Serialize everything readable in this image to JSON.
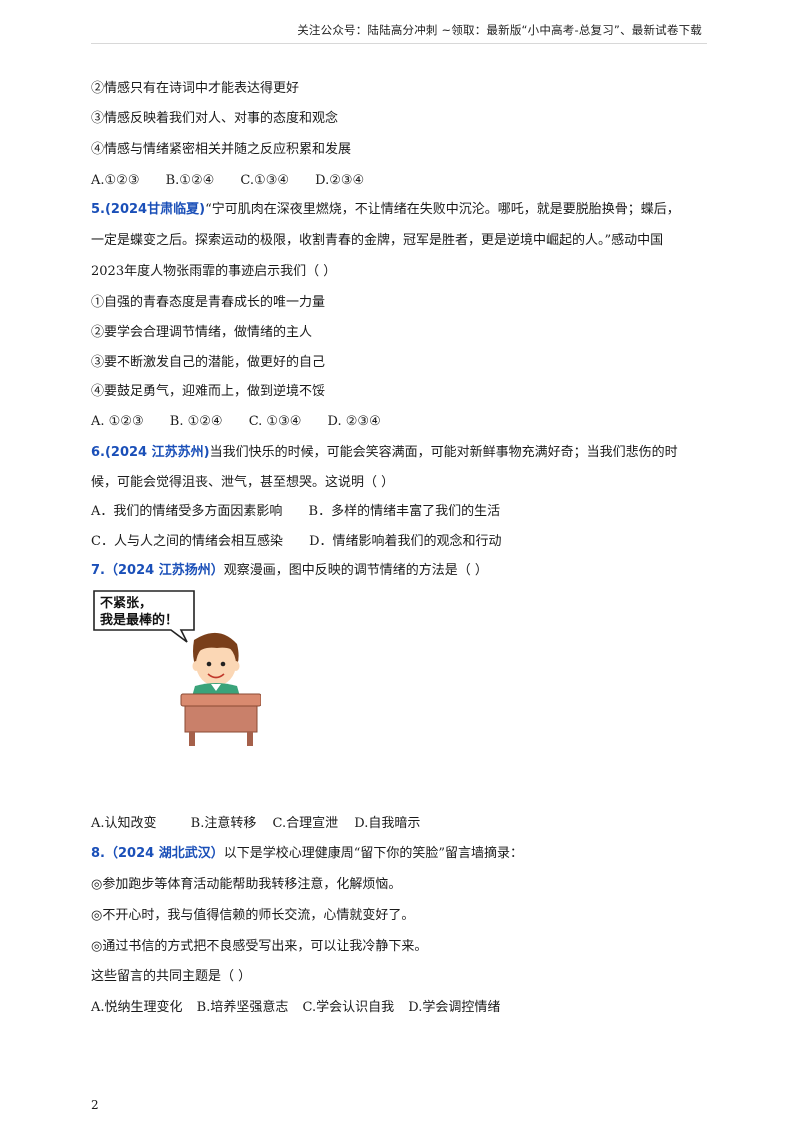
{
  "header": {
    "text": "关注公众号：陆陆高分冲刺  ~领取：最新版“小中高考-总复习”、最新试卷下载"
  },
  "q4_tail": {
    "s2": "②情感只有在诗词中才能表达得更好",
    "s3": "③情感反映着我们对人、对事的态度和观念",
    "s4": "④情感与情绪紧密相关并随之反应积累和发展",
    "options": [
      "A.①②③",
      "B.①②④",
      "C.①③④",
      "D.②③④"
    ]
  },
  "q5": {
    "num": "5.(2024甘肃临夏)",
    "line1": "“宁可肌肉在深夜里燃烧，不让情绪在失败中沉沦。哪吒，就是要脱胎换骨；蝶后，",
    "line2": "一定是蝶变之后。探索运动的极限，收割青春的金牌，冠军是胜者，更是逆境中崛起的人。”感动中国",
    "line3": "2023年度人物张雨霏的事迹启示我们（    ）",
    "s1": "①自强的青春态度是青春成长的唯一力量",
    "s2": "②要学会合理调节情绪，做情绪的主人",
    "s3": "③要不断激发自己的潜能，做更好的自己",
    "s4": "④要鼓足勇气，迎难而上，做到逆境不馁",
    "options": [
      "A. ①②③",
      "B. ①②④",
      "C. ①③④",
      "D. ②③④"
    ]
  },
  "q6": {
    "num": "6.(2024 江苏苏州)",
    "line1": "当我们快乐的时候，可能会笑容满面，可能对新鲜事物充满好奇；当我们悲伤的时",
    "line2": "候，可能会觉得沮丧、泄气，甚至想哭。这说明（    ）",
    "optA": "A．我们的情绪受多方面因素影响",
    "optB": "B．多样的情绪丰富了我们的生活",
    "optC": "C．人与人之间的情绪会相互感染",
    "optD": "D．情绪影响着我们的观念和行动"
  },
  "q7": {
    "num": "7.（2024 江苏扬州）",
    "stem": "观察漫画，图中反映的调节情绪的方法是（      ）",
    "bubble1": "不紧张，",
    "bubble2": "我是最棒的！",
    "options": [
      "A.认知改变",
      "B.注意转移",
      "C.合理宣泄",
      "D.自我暗示"
    ]
  },
  "q8": {
    "num": "8.（2024 湖北武汉）",
    "stem": "以下是学校心理健康周“留下你的笑脸”留言墙摘录：",
    "m1": "◎参加跑步等体育活动能帮助我转移注意，化解烦恼。",
    "m2": "◎不开心时，我与值得信赖的师长交流，心情就变好了。",
    "m3": "◎通过书信的方式把不良感受写出来，可以让我冷静下来。",
    "ask": "这些留言的共同主题是（    ）",
    "options": [
      "A.悦纳生理变化",
      "B.培养坚强意志",
      "C.学会认识自我",
      "D.学会调控情绪"
    ]
  },
  "footer": {
    "page": "2"
  },
  "colors": {
    "question_number": "#1a4fb8",
    "desk": "#c9806a",
    "shirt": "#3aa37a"
  }
}
